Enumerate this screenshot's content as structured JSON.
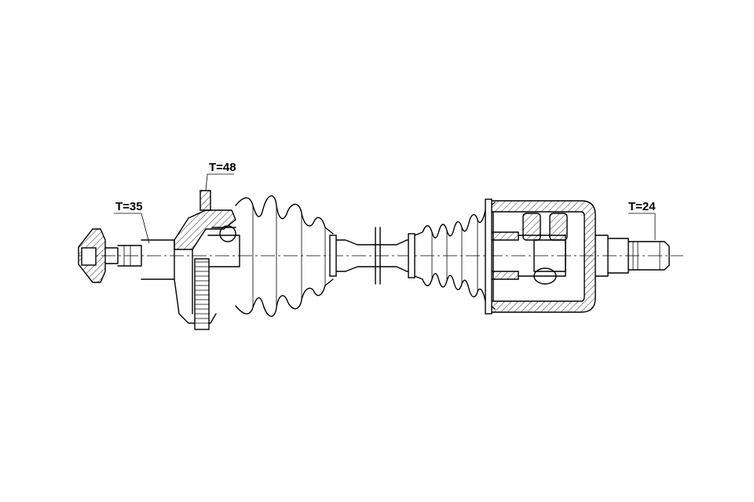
{
  "labels": {
    "outer_thread": "T=35",
    "abs_ring": "T=48",
    "inner_spline": "T=24"
  }
}
